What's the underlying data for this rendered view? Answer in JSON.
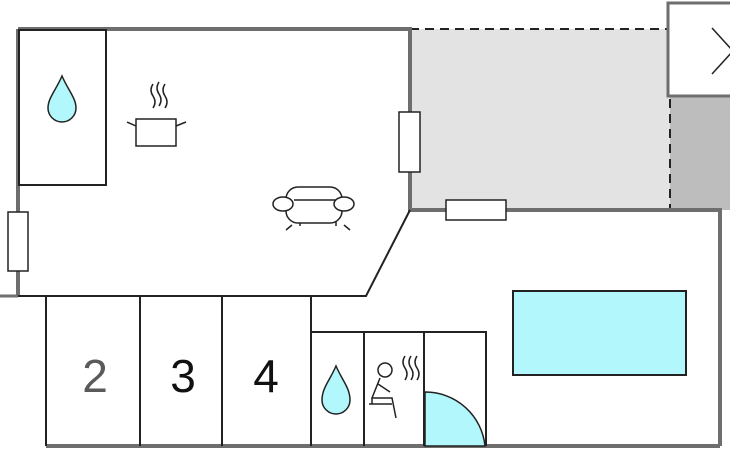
{
  "rooms": {
    "bedroom_2": "2",
    "bedroom_3": "3",
    "bedroom_4": "4"
  },
  "icons": {
    "kitchen_sink": "water-drop-icon",
    "cooking_pot": "cooking-pot-icon",
    "sofa": "sofa-icon",
    "bathroom": "water-drop-icon",
    "sauna": "sauna-icon",
    "shower": "shower-icon",
    "pool": "pool"
  },
  "colors": {
    "wall": "#6e6e6e",
    "line": "#222222",
    "terrace": "#e3e3e3",
    "terrace_dark": "#bdbdbd",
    "water": "#b2f7fb",
    "number_2": "#5a5a5a",
    "number_other": "#111111"
  }
}
